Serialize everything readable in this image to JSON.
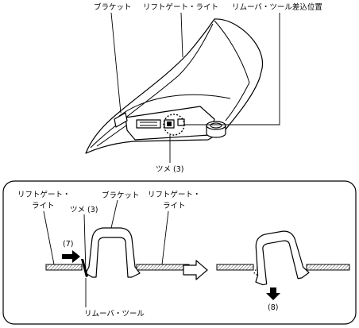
{
  "overview": {
    "bracket_label": "ブラケット",
    "liftgate_light_label": "リフトゲート・ライト",
    "removal_tool_insertion_label": "リムーバ・ツール差込位置",
    "claw_label": "ツメ (3)"
  },
  "detail": {
    "left_liftgate_light_label_line1": "リフトゲート・",
    "left_liftgate_light_label_line2": "ライト",
    "claw_label": "ツメ (3)",
    "bracket_label": "ブラケット",
    "right_liftgate_light_label_line1": "リフトゲート・",
    "right_liftgate_light_label_line2": "ライト",
    "push_step": "(7)",
    "pull_step": "(8)",
    "removal_tool_label": "リムーバ・ツール"
  }
}
